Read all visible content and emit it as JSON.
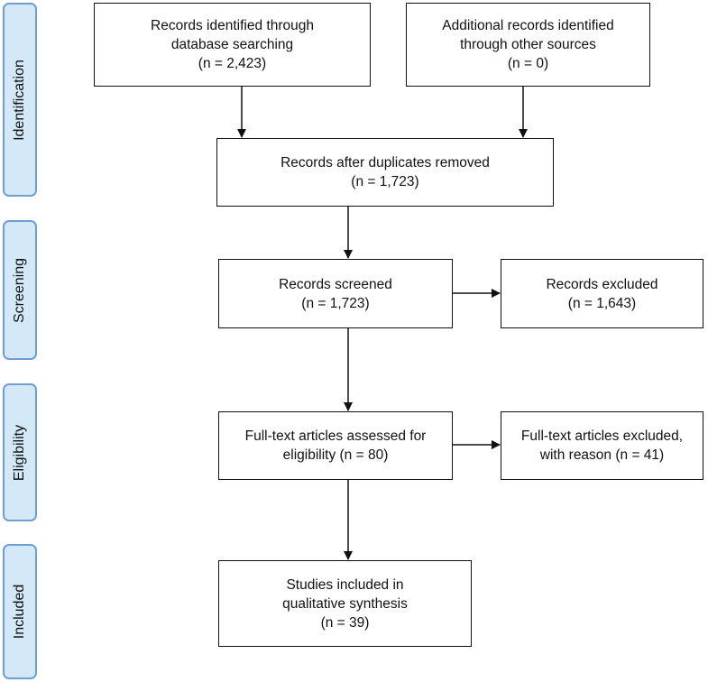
{
  "phases": {
    "identification": "Identification",
    "screening": "Screening",
    "eligibility": "Eligibility",
    "included": "Included"
  },
  "boxes": {
    "database": {
      "lines": [
        "Records identified through",
        "database searching",
        "(n = 2,423)"
      ]
    },
    "other": {
      "lines": [
        "Additional records identified",
        "through other sources",
        "(n = 0)"
      ]
    },
    "deduplicated": {
      "lines": [
        "Records after duplicates removed",
        "(n = 1,723)"
      ]
    },
    "screened": {
      "lines": [
        "Records screened",
        "(n = 1,723)"
      ]
    },
    "excluded": {
      "lines": [
        "Records excluded",
        "(n = 1,643)"
      ]
    },
    "fulltext": {
      "lines": [
        "Full-text articles assessed for",
        "eligibility (n = 80)"
      ]
    },
    "fulltext_excluded": {
      "lines": [
        "Full-text articles excluded,",
        "with reason (n = 41)"
      ]
    },
    "included": {
      "lines": [
        "Studies included in",
        "qualitative synthesis",
        "(n = 39)"
      ]
    }
  },
  "colors": {
    "phase_fill": "#d4e8f8",
    "phase_border": "#6f9fd0",
    "line": "#111111"
  }
}
